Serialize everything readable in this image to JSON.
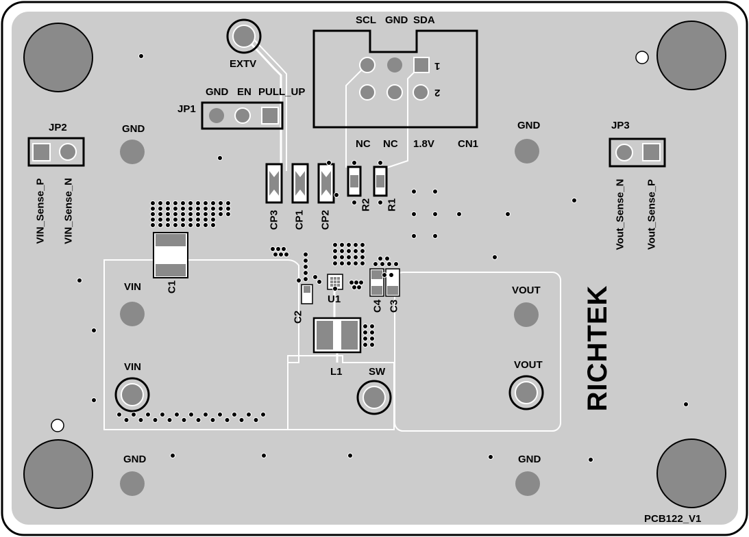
{
  "board": {
    "name": "PCB122_V1",
    "brand": "RICHTEK",
    "colors": {
      "board": "#cccccc",
      "pad": "#8a8a8a",
      "outline": "#000000",
      "silk": "#ffffff"
    }
  },
  "connectors": {
    "jp1": {
      "ref": "JP1",
      "pins": [
        "GND",
        "EN",
        "PULL_UP"
      ]
    },
    "jp2": {
      "ref": "JP2",
      "pins": [
        "VIN_Sense_P",
        "VIN_Sense_N"
      ]
    },
    "jp3": {
      "ref": "JP3",
      "pins": [
        "Vout_Sense_N",
        "Vout_Sense_P"
      ]
    },
    "cn1": {
      "ref": "CN1",
      "top_pins": [
        "SCL",
        "GND",
        "SDA"
      ],
      "bottom_pins": [
        "NC",
        "NC",
        "1.8V"
      ],
      "row1": "1",
      "row2": "2"
    }
  },
  "components": {
    "cp3": "CP3",
    "cp1": "CP1",
    "cp2": "CP2",
    "r2": "R2",
    "r1": "R1",
    "c1": "C1",
    "c2": "C2",
    "c3": "C3",
    "c4": "C4",
    "u1": "U1",
    "l1": "L1"
  },
  "test_points": {
    "extv": "EXTV",
    "gnd": "GND",
    "vin": "VIN",
    "vout": "VOUT",
    "sw": "SW"
  }
}
